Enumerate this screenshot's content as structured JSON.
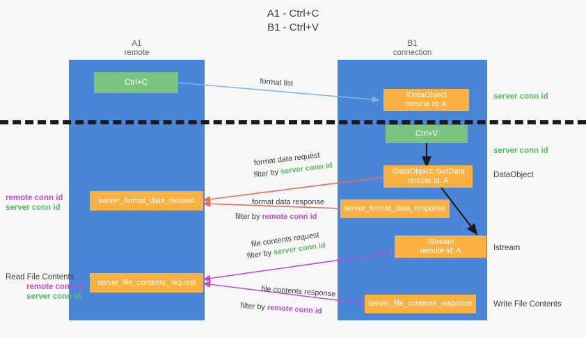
{
  "title": "A1 - Ctrl+C\nB1 - Ctrl+V",
  "lanes": [
    {
      "name": "A1",
      "subtitle": "remote",
      "header": "A1\nremote"
    },
    {
      "name": "B1",
      "subtitle": "connection",
      "header": "B1\nconnection"
    }
  ],
  "boxes": {
    "ctrl_c": "Ctrl+C",
    "ctrl_v": "Ctrl+V",
    "set_clipboard": "IDataObject\nremote id: A",
    "get_data": "IDataObject::GetData\nremote id: A",
    "istream": "IStream\nremote id: A",
    "format_data_request": "server_format_data_request",
    "format_data_response": "server_format_data_response",
    "file_contents_request": "server_file_contents_request",
    "file_contents_response": "server_file_contents_response"
  },
  "right_notes": {
    "server_conn_id_top": "server conn id",
    "server_conn_id_second": "server conn id",
    "data_object": "DataObject",
    "istream": "Istream",
    "write_file_contents": "Write File Contents"
  },
  "left_notes": {
    "format_pair_remote": "remote conn id",
    "format_pair_server": "server conn id",
    "read_file_contents": "Read File Contents",
    "file_pair_remote": "remote conn id",
    "file_pair_server": "server conn id"
  },
  "arrow_labels": {
    "format_list": "format list",
    "format_data_request": "format data request",
    "format_data_request_filter_prefix": "filter by ",
    "format_data_request_filter_value": "server conn id",
    "format_data_response": "format data response",
    "format_data_response_filter_prefix": "filter by ",
    "format_data_response_filter_value": "remote conn id",
    "file_contents_request": "file contents request",
    "file_contents_request_filter_prefix": "filter by ",
    "file_contents_request_filter_value": "server conn id",
    "file_contents_response": "file contents response",
    "file_contents_response_filter_prefix": "filter by ",
    "file_contents_response_filter_value": "remote conn id"
  },
  "colors": {
    "lane": "#4a86d8",
    "orange": "#fbb042",
    "green_box": "#7bc47f",
    "green_text": "#57bb63",
    "magenta_text": "#c44ad0",
    "light_blue_arrow": "#7ab6e8",
    "red_arrow": "#ea6a5e",
    "magenta_arrow": "#c44ad0",
    "dark_arrow": "#1b1b1b",
    "background": "#f7f7f7"
  }
}
